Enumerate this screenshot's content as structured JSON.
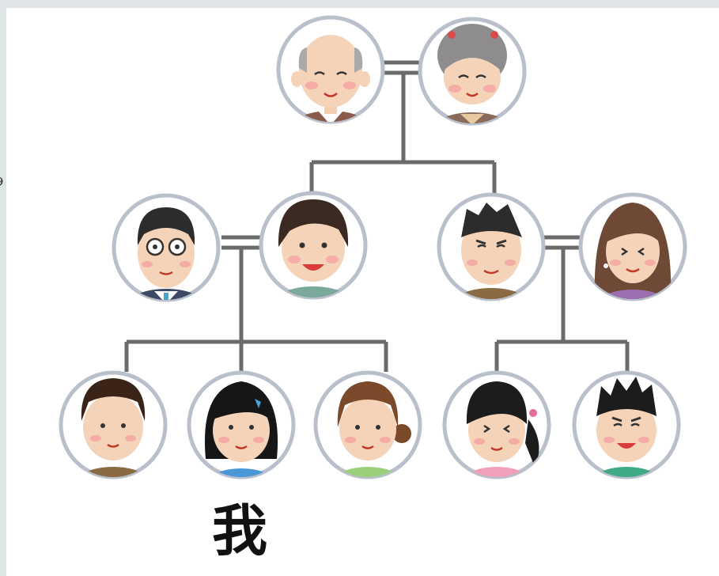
{
  "diagram": {
    "type": "family-tree",
    "me_label": "我",
    "members": [
      {
        "id": "grandfather",
        "role": "grandfather"
      },
      {
        "id": "grandmother",
        "role": "grandmother"
      },
      {
        "id": "father",
        "role": "father"
      },
      {
        "id": "mother",
        "role": "mother"
      },
      {
        "id": "uncle",
        "role": "uncle"
      },
      {
        "id": "aunt",
        "role": "aunt"
      },
      {
        "id": "brother",
        "role": "child"
      },
      {
        "id": "me",
        "role": "me"
      },
      {
        "id": "sister",
        "role": "child"
      },
      {
        "id": "cousin-girl",
        "role": "cousin"
      },
      {
        "id": "cousin-boy",
        "role": "cousin"
      }
    ]
  },
  "colors": {
    "line": "#6b6b6b",
    "circle_border": "#b9c0cc",
    "skin": "#f8d7b9",
    "cheek": "#f5a3a3"
  }
}
